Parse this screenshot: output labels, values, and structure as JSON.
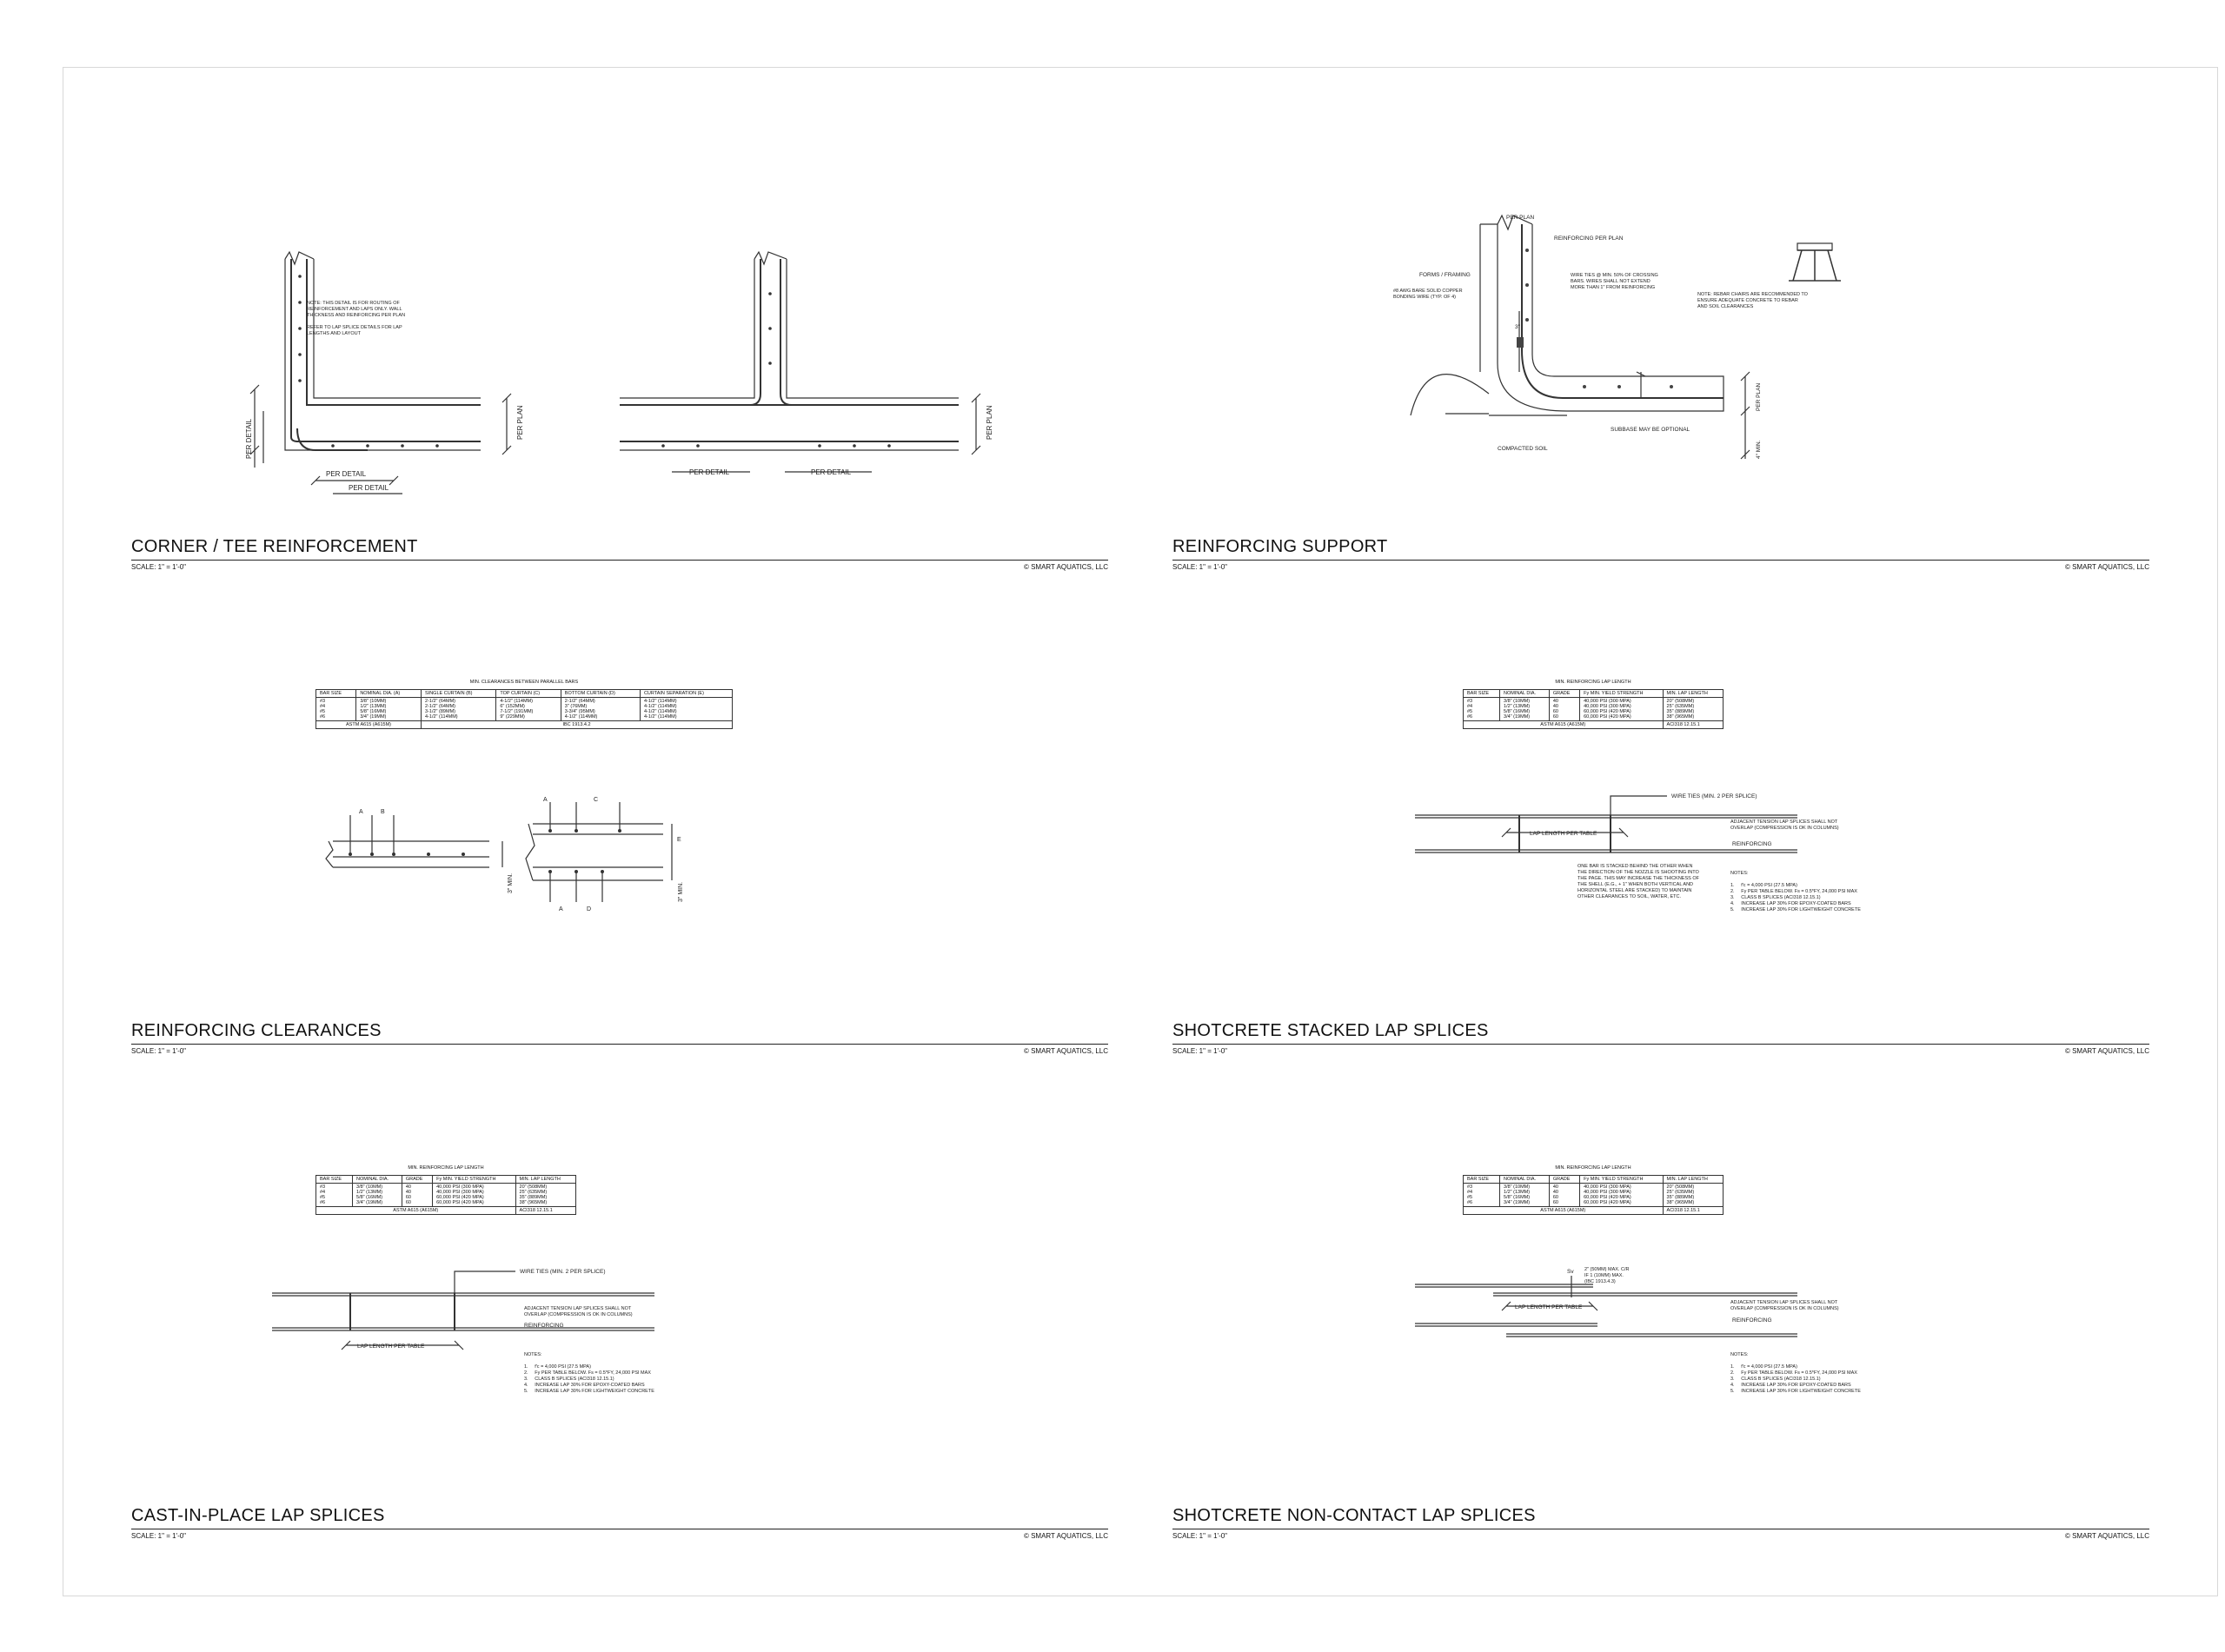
{
  "panels": [
    {
      "title": "CORNER / TEE REINFORCEMENT",
      "scale": "SCALE: 1\" = 1'-0\"",
      "copyright": "© SMART AQUATICS, LLC"
    },
    {
      "title": "REINFORCING SUPPORT",
      "scale": "SCALE: 1\" = 1'-0\"",
      "copyright": "© SMART AQUATICS, LLC"
    },
    {
      "title": "REINFORCING CLEARANCES",
      "scale": "SCALE: 1\" = 1'-0\"",
      "copyright": "© SMART AQUATICS, LLC"
    },
    {
      "title": "SHOTCRETE STACKED LAP SPLICES",
      "scale": "SCALE: 1\" = 1'-0\"",
      "copyright": "© SMART AQUATICS, LLC"
    },
    {
      "title": "CAST-IN-PLACE LAP SPLICES",
      "scale": "SCALE: 1\" = 1'-0\"",
      "copyright": "© SMART AQUATICS, LLC"
    },
    {
      "title": "SHOTCRETE NON-CONTACT LAP SPLICES",
      "scale": "SCALE: 1\" = 1'-0\"",
      "copyright": "© SMART AQUATICS, LLC"
    }
  ],
  "corner": {
    "per_detail": "PER DETAIL",
    "per_plan": "PER PLAN",
    "note": "NOTE: THIS DETAIL IS FOR ROUTING OF\nREINFORCEMENT AND LAPS ONLY. WALL\nTHICKNESS AND REINFORCING PER PLAN\n\nREFER TO LAP SPLICE DETAILS FOR LAP\nLENGTHS AND LAYOUT"
  },
  "support": {
    "per_plan": "PER PLAN",
    "reinf_per_plan": "REINFORCING PER PLAN",
    "forms": "FORMS / FRAMING",
    "bonding": "#8 AWG BARE SOLID COPPER\nBONDING WIRE (TYP. OF 4)",
    "wire_ties": "WIRE TIES @ MIN. 50% OF CROSSING\nBARS. WIRES SHALL NOT EXTEND\nMORE THAN 1\" FROM REINFORCING",
    "chair_note": "NOTE: REBAR CHAIRS ARE RECOMMENDED TO\nENSURE ADEQUATE CONCRETE TO REBAR\nAND SOIL CLEARANCES",
    "subbase": "SUBBASE MAY BE OPTIONAL",
    "soil": "COMPACTED SOIL",
    "min4": "4\" MIN.",
    "dim3": "3\""
  },
  "clear_table": {
    "caption": "MIN. CLEARANCES BETWEEN PARALLEL BARS",
    "headers": [
      "BAR SIZE",
      "NOMINAL DIA. (A)",
      "SINGLE CURTAIN (B)",
      "TOP CURTAIN (C)",
      "BOTTOM CURTAIN (D)",
      "CURTAIN SEPARATION (E)"
    ],
    "rows": [
      [
        "#3\n#4\n#5\n#6",
        "3/8\" (10MM)\n1/2\" (13MM)\n5/8\" (16MM)\n3/4\" (19MM)",
        "2-1/2\" (64MM)\n2-1/2\" (64MM)\n3-1/2\" (89MM)\n4-1/2\" (114MM)",
        "4-1/2\" (114MM)\n6\" (152MM)\n7-1/2\" (191MM)\n9\" (229MM)",
        "2-1/2\" (64MM)\n3\" (76MM)\n3-3/4\" (95MM)\n4-1/2\" (114MM)",
        "4-1/2\" (114MM)\n4-1/2\" (114MM)\n4-1/2\" (114MM)\n4-1/2\" (114MM)"
      ]
    ],
    "footer": [
      "ASTM A615 (A615M)",
      "IBC 1913.4.2"
    ],
    "labels": {
      "a": "A",
      "b": "B",
      "c": "C",
      "d": "D",
      "e": "E",
      "min3": "3\" MIN."
    }
  },
  "lap_table": {
    "caption": "MIN. REINFORCING LAP LENGTH",
    "headers": [
      "BAR SIZE",
      "NOMINAL DIA.",
      "GRADE",
      "Fy MIN. YIELD STRENGTH",
      "MIN. LAP LENGTH"
    ],
    "rows": [
      [
        "#3\n#4\n#5\n#6",
        "3/8\" (10MM)\n1/2\" (13MM)\n5/8\" (16MM)\n3/4\" (19MM)",
        "40\n40\n60\n60",
        "40,000 PSI (300 MPA)\n40,000 PSI (300 MPA)\n60,000 PSI (420 MPA)\n60,000 PSI (420 MPA)",
        "20\" (508MM)\n25\" (635MM)\n35\" (889MM)\n38\" (965MM)"
      ]
    ],
    "footer": [
      "ASTM A615 (A615M)",
      "ACI318 12.15.1"
    ]
  },
  "lap": {
    "wire_ties": "WIRE TIES (MIN. 2 PER SPLICE)",
    "lap_length": "LAP LENGTH PER TABLE",
    "adjacent": "ADJACENT TENSION LAP SPLICES SHALL NOT\nOVERLAP (COMPRESSION IS OK IN COLUMNS)",
    "reinforcing": "REINFORCING",
    "notes": "NOTES:\n\n1.     f'c = 4,000 PSI (27.5 MPA)\n2.     Fy PER TABLE BELOW. Fs = 0.5*FY, 24,000 PSI MAX\n3.     CLASS B SPLICES (ACI318 12.15.1)\n4.     INCREASE LAP 30% FOR EPOXY-COATED BARS\n5.     INCREASE LAP 30% FOR LIGHTWEIGHT CONCRETE",
    "stacked_note": "ONE BAR IS STACKED BEHIND THE OTHER WHEN\nTHE DIRECTION OF THE NOZZLE IS SHOOTING INTO\nTHE PAGE. THIS MAY INCREASE THE THICKNESS OF\nTHE SHELL (E.G., + 1\" WHEN BOTH VERTICAL AND\nHORIZONTAL STEEL ARE STACKED) TO MAINTAIN\nOTHER CLEARANCES TO SOIL, WATER, ETC.",
    "noncontact_dim": "2\" (50MM) MAX. C/R\nIF 1 (10MM) MAX.\n(IBC 1913.4.3)",
    "sv": "Sv"
  }
}
